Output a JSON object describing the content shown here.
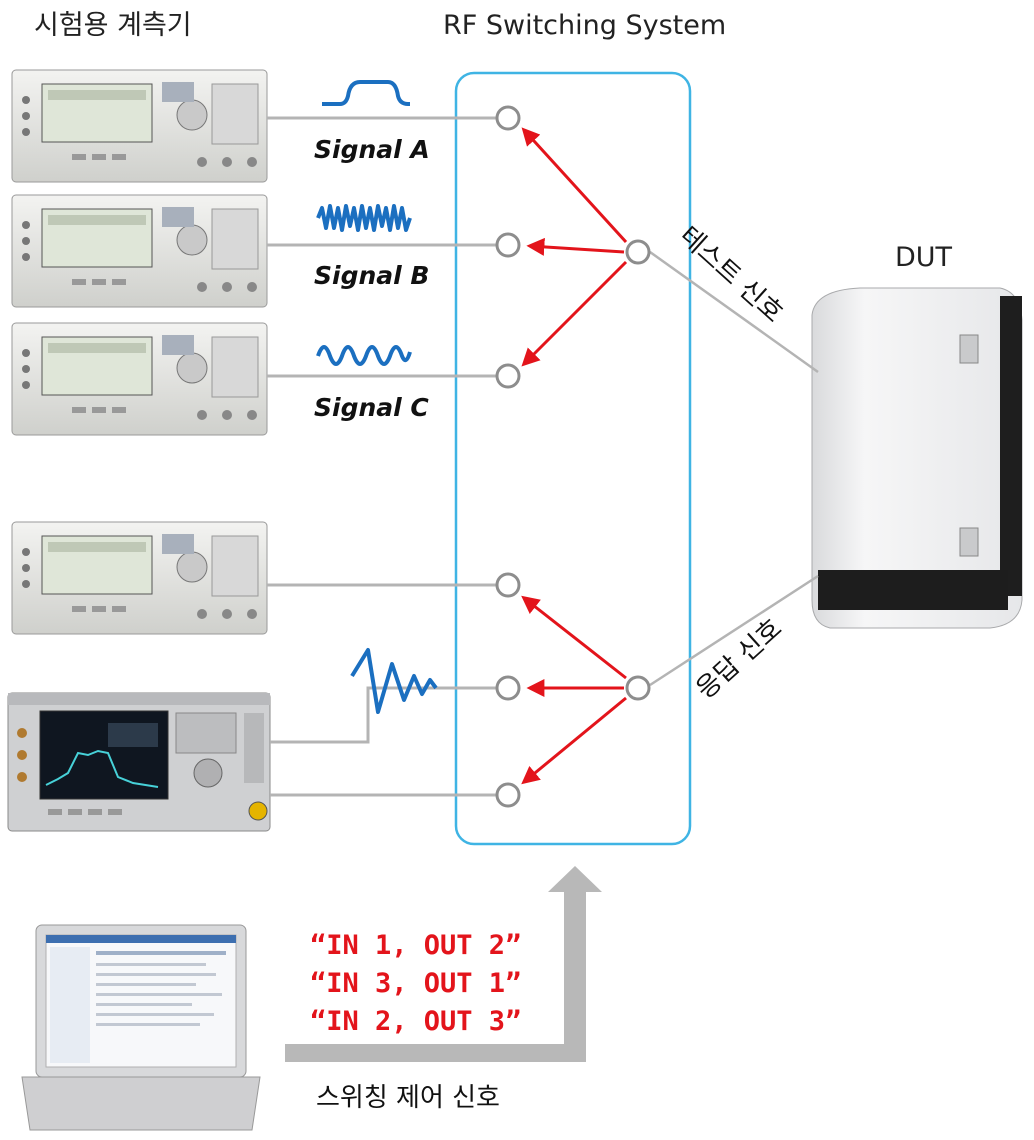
{
  "labels": {
    "instruments_title": "시험용 계측기",
    "switch_title": "RF Switching System",
    "dut": "DUT",
    "test_signal": "테스트 신호",
    "response_signal": "응답 신호",
    "control_signal": "스위칭 제어 신호"
  },
  "signals": [
    {
      "name": "Signal A",
      "waveform": "pulse-icon"
    },
    {
      "name": "Signal B",
      "waveform": "dense-wave-icon"
    },
    {
      "name": "Signal C",
      "waveform": "sine-wave-icon"
    }
  ],
  "commands": [
    "“IN 1, OUT 2”",
    "“IN 3, OUT 1”",
    "“IN 2, OUT 3”"
  ],
  "colors": {
    "switch_box_border": "#3fb4e4",
    "arrow": "#e3141b",
    "cable": "#b4b4b4",
    "signal_wave": "#1b6fc0",
    "command_text": "#e3141b"
  }
}
